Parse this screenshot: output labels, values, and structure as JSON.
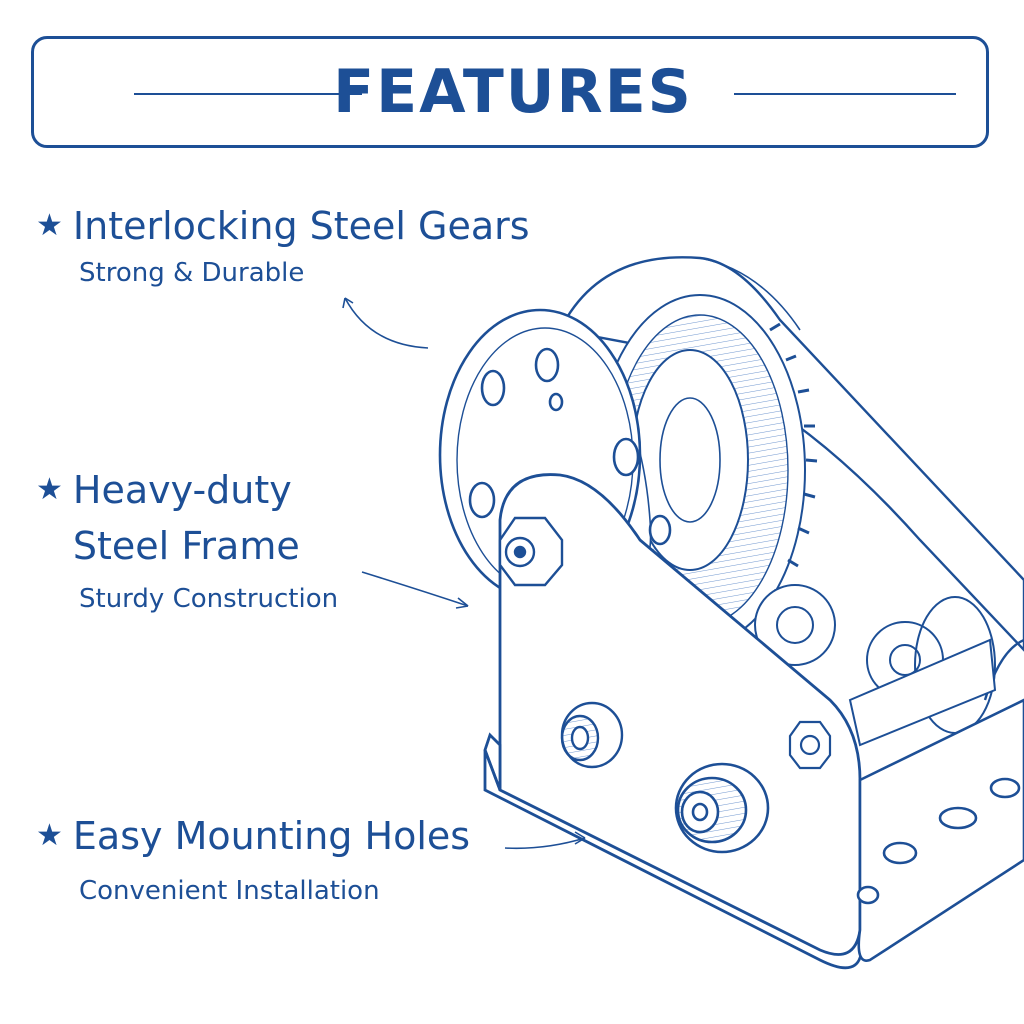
{
  "title": "FEATURES",
  "features": [
    {
      "bullet_icon": "star-icon",
      "title_lines": [
        "Interlocking Steel Gears"
      ],
      "subtitle": "Strong & Durable"
    },
    {
      "bullet_icon": "star-icon",
      "title_lines": [
        "Heavy-duty",
        "Steel Frame"
      ],
      "subtitle": "Sturdy Construction"
    },
    {
      "bullet_icon": "star-icon",
      "title_lines": [
        "Easy Mounting Holes"
      ],
      "subtitle": "Convenient Installation"
    }
  ],
  "colors": {
    "ink": "#1d4f96",
    "light_ink": "#6f96cf",
    "background": "#ffffff"
  }
}
